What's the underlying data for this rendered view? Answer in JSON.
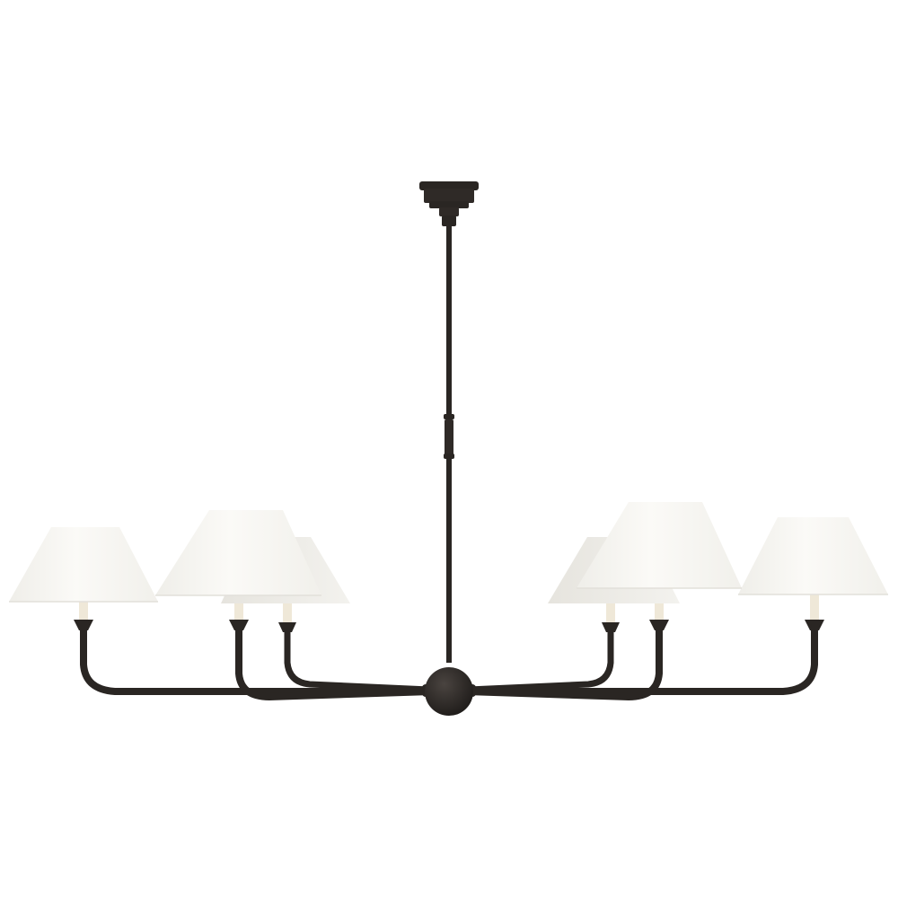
{
  "image": {
    "subject": "six-arm-chandelier",
    "background_color": "#ffffff"
  },
  "colors": {
    "metal": "#2a2623",
    "metal_highlight": "#4a4440",
    "shade": "#faf9f6",
    "shade_edge": "#ecebe6",
    "shade_shadow": "#e2e0da",
    "candle": "#efe8d8"
  },
  "chandelier": {
    "parts": [
      "canopy",
      "downrod",
      "center-ball",
      "arms",
      "candle-cups",
      "candle-sleeves",
      "lamp-shades"
    ],
    "arm_count": 6,
    "shade_count": 6
  }
}
